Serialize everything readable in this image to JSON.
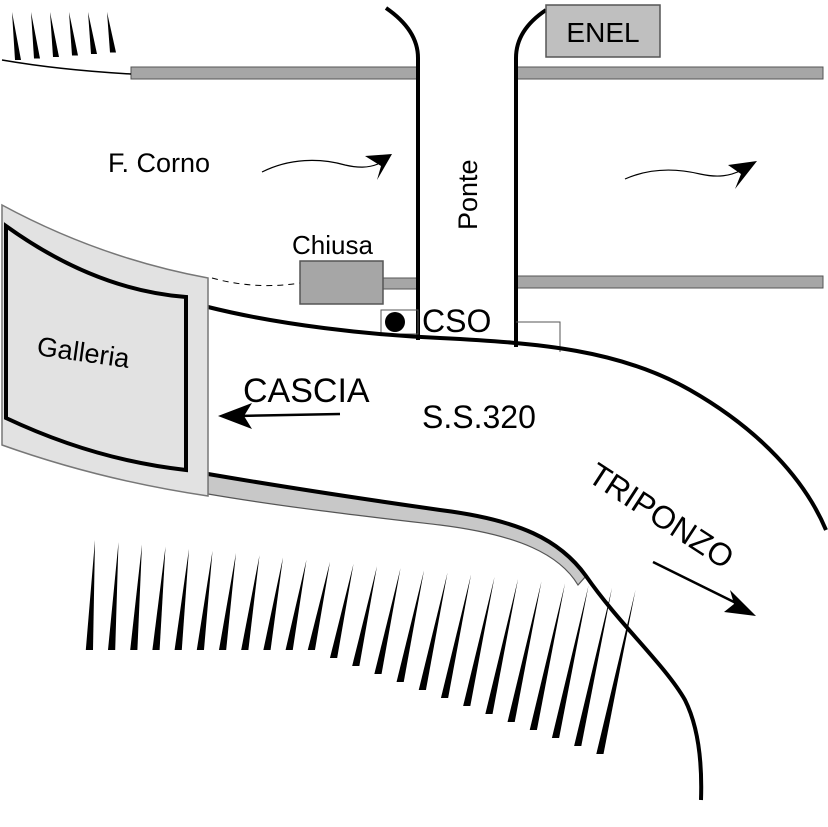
{
  "labels": {
    "enel": "ENEL",
    "river": "F. Corno",
    "bridge": "Ponte",
    "dam": "Chiusa",
    "station": "CSO",
    "tunnel": "Galleria",
    "direction_west": "CASCIA",
    "road": "S.S.320",
    "direction_east": "TRIPONZO"
  },
  "colors": {
    "line": "#000000",
    "gray_fill": "#a6a6a6",
    "light_fill": "#d9d9d9",
    "white": "#ffffff"
  },
  "icons": {
    "station_marker": "filled-circle",
    "flow_arrows": "arrow-head",
    "hatching": "spike-hatch"
  }
}
